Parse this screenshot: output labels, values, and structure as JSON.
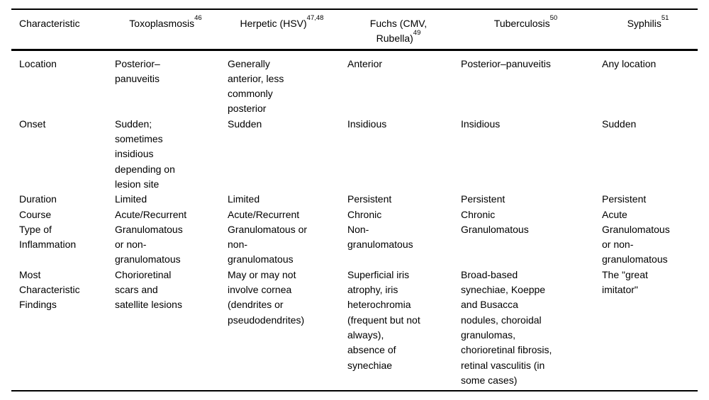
{
  "colors": {
    "text": "#000000",
    "rule": "#000000",
    "background": "#ffffff"
  },
  "table": {
    "headers": [
      {
        "label": "Characteristic",
        "sup": ""
      },
      {
        "label": "Toxoplasmosis",
        "sup": "46"
      },
      {
        "label": "Herpetic (HSV)",
        "sup": "47,48"
      },
      {
        "label": "Fuchs (CMV,\nRubella)",
        "sup": "49"
      },
      {
        "label": "Tuberculosis",
        "sup": "50"
      },
      {
        "label": "Syphilis",
        "sup": "51"
      }
    ],
    "rows": [
      {
        "label": "Location",
        "cells": [
          "Posterior–\npanuveitis",
          "Generally\nanterior, less\ncommonly\nposterior",
          "Anterior",
          "Posterior–panuveitis",
          "Any location"
        ]
      },
      {
        "label": "Onset",
        "cells": [
          "Sudden;\nsometimes\ninsidious\ndepending on\nlesion site",
          "Sudden",
          "Insidious",
          "Insidious",
          "Sudden"
        ]
      },
      {
        "label": "Duration",
        "cells": [
          "Limited",
          "Limited",
          "Persistent",
          "Persistent",
          "Persistent"
        ]
      },
      {
        "label": "Course",
        "cells": [
          "Acute/Recurrent",
          "Acute/Recurrent",
          "Chronic",
          "Chronic",
          "Acute"
        ]
      },
      {
        "label": "Type of\nInflammation",
        "cells": [
          "Granulomatous\nor non-\ngranulomatous",
          "Granulomatous or\nnon-\ngranulomatous",
          "Non-\ngranulomatous",
          "Granulomatous",
          "Granulomatous\nor non-\ngranulomatous"
        ]
      },
      {
        "label": "Most\nCharacteristic\nFindings",
        "cells": [
          "Chorioretinal\nscars and\nsatellite lesions",
          "May or may not\ninvolve cornea\n(dendrites or\npseudodendrites)",
          "Superficial iris\natrophy, iris\nheterochromia\n(frequent but not\nalways),\nabsence of\nsynechiae",
          "Broad-based\nsynechiae, Koeppe\nand Busacca\nnodules, choroidal\ngranulomas,\nchorioretinal fibrosis,\nretinal vasculitis (in\nsome cases)",
          "The \"great\nimitator\""
        ]
      }
    ]
  }
}
